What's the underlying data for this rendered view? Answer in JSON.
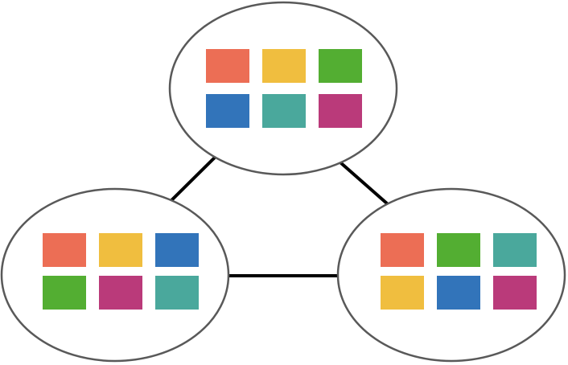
{
  "diagram": {
    "type": "node-graph",
    "node_outline_color": "#595959",
    "edge_color": "#000000",
    "palette": {
      "red": "#EC6E55",
      "yellow": "#F0BE3F",
      "green": "#53AE32",
      "blue": "#3274BA",
      "teal": "#4AA89C",
      "magenta": "#BA3A7A"
    },
    "nodes": [
      {
        "id": "top",
        "rows": [
          [
            "red",
            "yellow",
            "green"
          ],
          [
            "blue",
            "teal",
            "magenta"
          ]
        ]
      },
      {
        "id": "bottom-left",
        "rows": [
          [
            "red",
            "yellow",
            "blue"
          ],
          [
            "green",
            "magenta",
            "teal"
          ]
        ]
      },
      {
        "id": "bottom-right",
        "rows": [
          [
            "red",
            "green",
            "teal"
          ],
          [
            "yellow",
            "blue",
            "magenta"
          ]
        ]
      }
    ],
    "edges": [
      {
        "from": "top",
        "to": "bottom-left",
        "direction": "bidirectional"
      },
      {
        "from": "top",
        "to": "bottom-right",
        "direction": "bidirectional"
      },
      {
        "from": "bottom-left",
        "to": "bottom-right",
        "direction": "bidirectional"
      }
    ]
  }
}
